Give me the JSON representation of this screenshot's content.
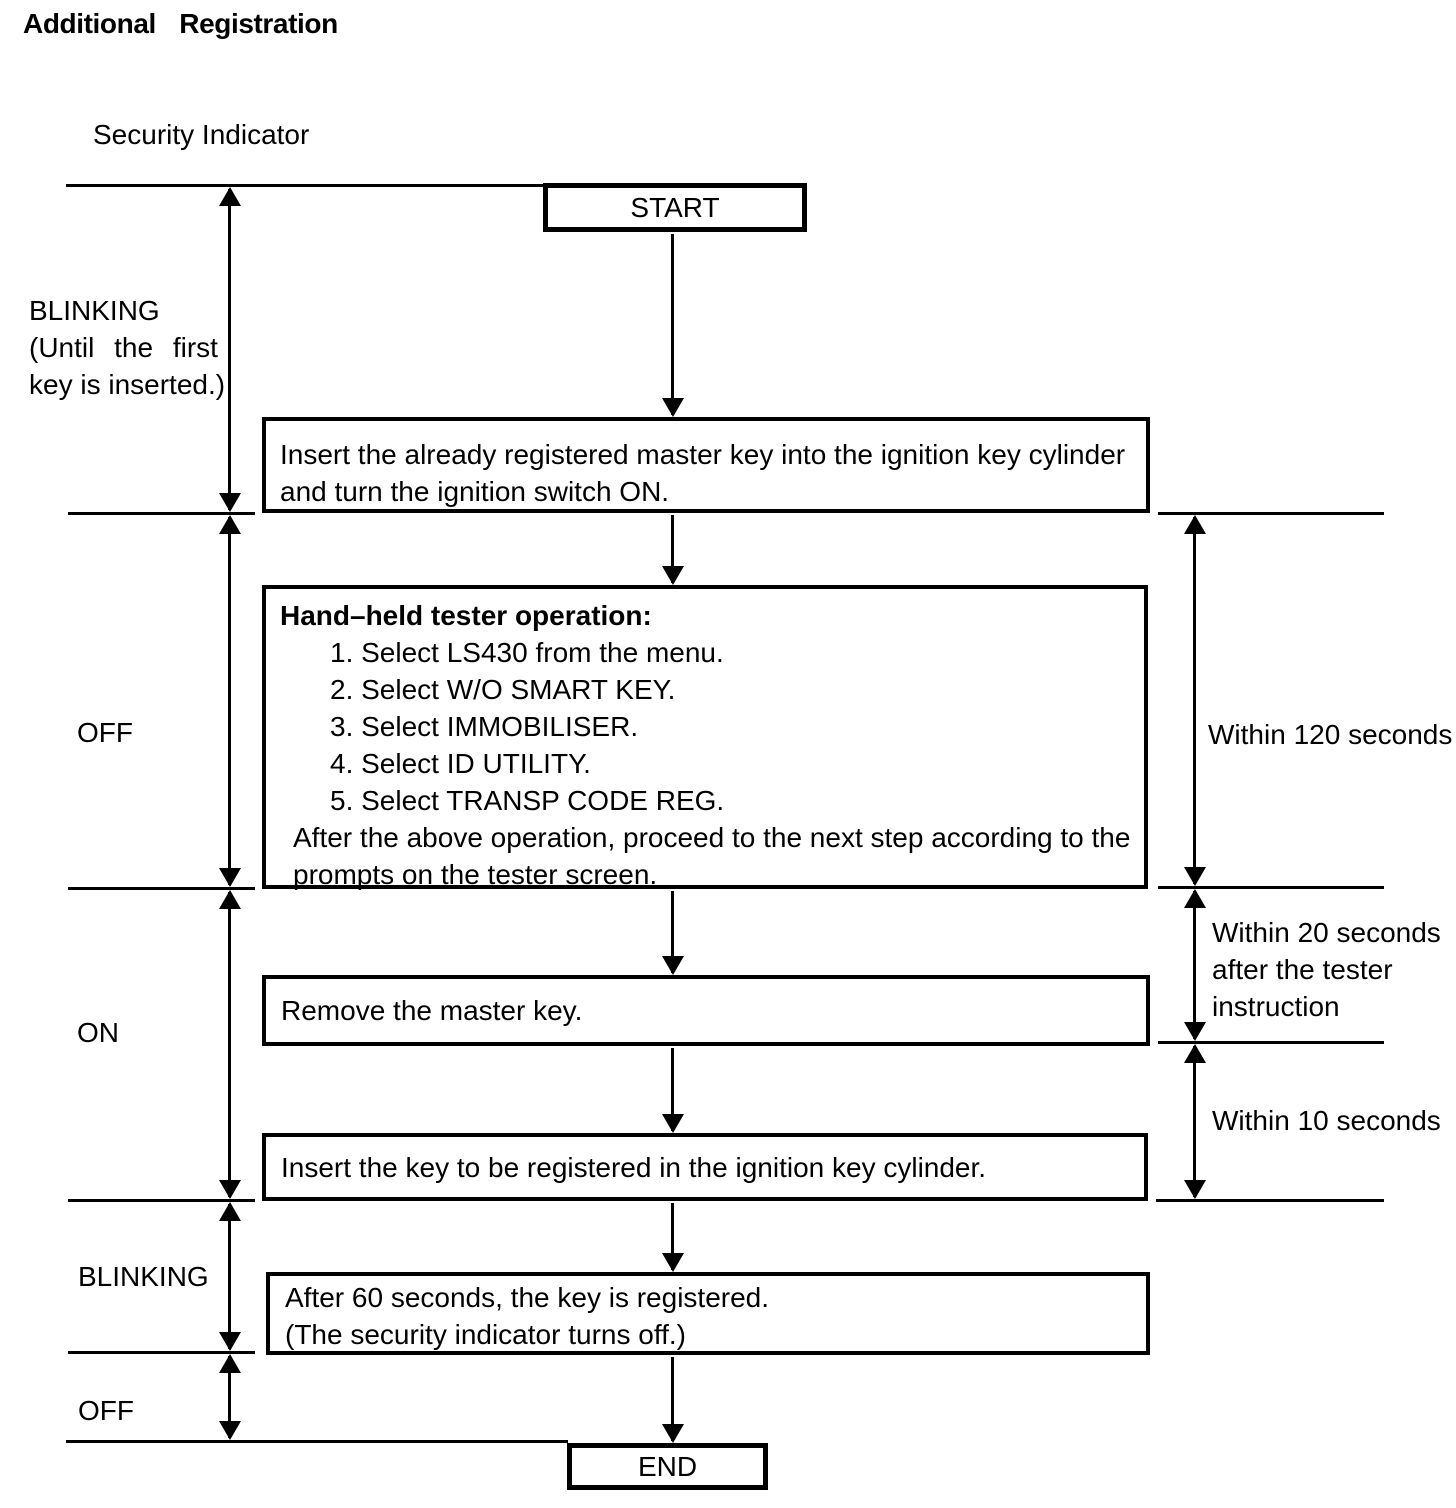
{
  "page": {
    "title": "Additional Registration"
  },
  "colors": {
    "ink": "#000000",
    "paper": "#ffffff"
  },
  "indicator": {
    "label": "Security Indicator"
  },
  "timeline_states": [
    {
      "lines": [
        "BLINKING",
        "(Until the first",
        "key is inserted.)"
      ]
    },
    {
      "lines": [
        "OFF"
      ]
    },
    {
      "lines": [
        "ON"
      ]
    },
    {
      "lines": [
        "BLINKING"
      ]
    },
    {
      "lines": [
        "OFF"
      ]
    }
  ],
  "flow": {
    "start": "START",
    "end": "END",
    "insert_master_key": {
      "lines": [
        "Insert the already registered master key into the ignition key cylinder",
        "and turn the ignition switch ON."
      ]
    },
    "tester_operation": {
      "heading": "Hand–held tester operation:",
      "steps": [
        "1. Select LS430 from the menu.",
        "2. Select W/O SMART KEY.",
        "3. Select IMMOBILISER.",
        "4. Select ID UTILITY.",
        "5. Select TRANSP CODE REG."
      ],
      "footer": [
        "After the above operation, proceed to the next step according to the",
        "prompts on the tester screen."
      ]
    },
    "remove_key": {
      "lines": [
        "Remove the master key."
      ]
    },
    "insert_new_key": {
      "lines": [
        "Insert the key to be registered in the ignition key cylinder."
      ]
    },
    "registration_complete": {
      "lines": [
        "After 60 seconds, the key is registered.",
        "(The security indicator turns off.)"
      ]
    }
  },
  "durations": [
    {
      "lines": [
        "Within 120 seconds"
      ]
    },
    {
      "lines": [
        "Within 20 seconds",
        "after the tester",
        "instruction"
      ]
    },
    {
      "lines": [
        "Within 10 seconds"
      ]
    }
  ]
}
